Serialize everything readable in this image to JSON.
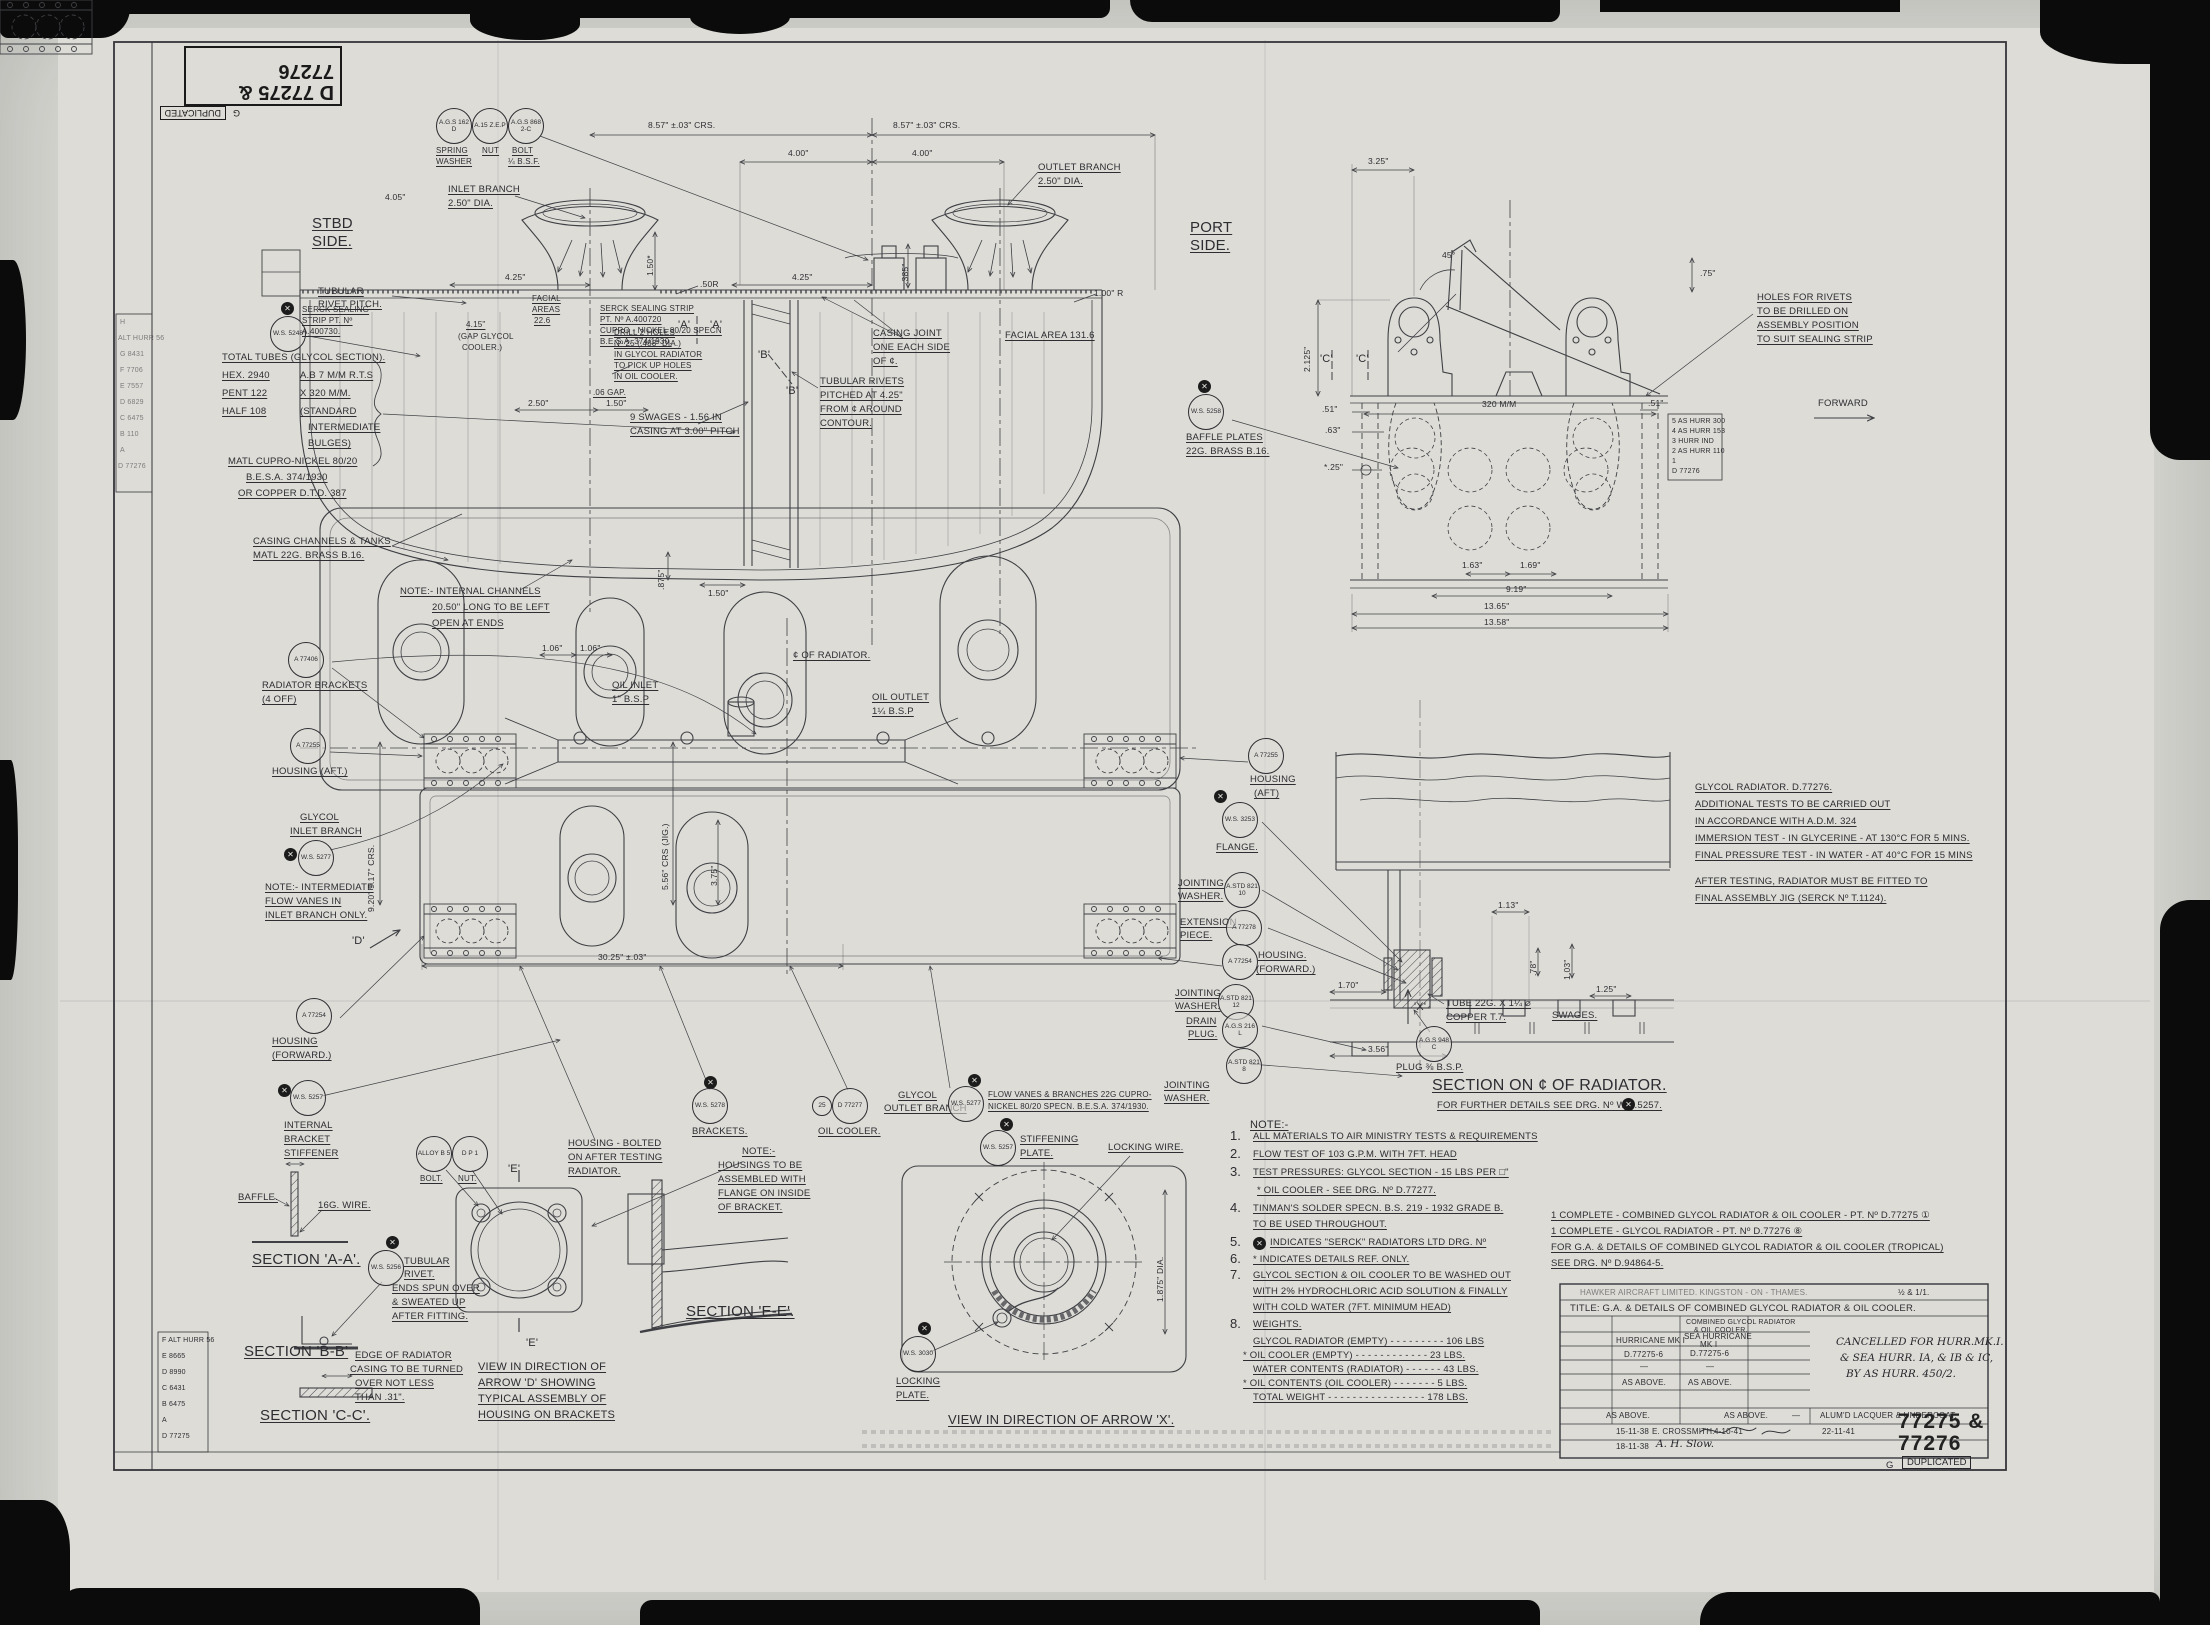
{
  "icons": {
    "serck": "✕"
  },
  "stamp": {
    "line1": "D 77275 &",
    "line2": "77276",
    "g": "G",
    "dup": "DUPLICATED"
  },
  "corner": {
    "line1": "77275 &",
    "line2": "77276",
    "g": "G",
    "dup": "DUPLICATED"
  },
  "margins": {
    "left_top": [
      "H",
      "ALT HURR 56",
      "G 8431",
      "F 7706",
      "E 7557",
      "D 6829",
      "C 6475",
      "B 110",
      "A",
      "D 77276"
    ],
    "left_bottom": [
      "F ALT HURR 56",
      "E 8665",
      "D 8990",
      "C 6431",
      "B 6475",
      "A",
      "D 77275"
    ],
    "right": [
      "5 AS HURR 300",
      "4 AS HURR 153",
      "3 HURR IND",
      "2 AS HURR 110",
      "1",
      "D 77276"
    ]
  },
  "stbd": {
    "side1": "STBD",
    "side2": "SIDE.",
    "tub1": "TUBULAR",
    "tub2": "RIVET PITCH.",
    "ws5248": "W.S. 5248",
    "tubes": [
      "TOTAL TUBES (GLYCOL SECTION).",
      "HEX. 2940",
      "PENT 122",
      "HALF 108",
      "A.B 7 M/M R.T.S",
      "X 320 M/M.",
      "(STANDARD",
      "INTERMEDIATE",
      "BULGES)",
      "MATL CUPRO-NICKEL 80/20",
      "B.E.S.A. 374/1930",
      "OR COPPER D.T.D. 387"
    ],
    "casing1": "CASING CHANNELS & TANKS",
    "casing2": "MATL 22G. BRASS B.16.",
    "internal1": "NOTE:- INTERNAL CHANNELS",
    "internal2": "20.50\" LONG TO BE LEFT",
    "internal3": "OPEN AT ENDS",
    "fixb": [
      "A.G.S 162 D",
      "A.15 Z.E.P",
      "A.G.S 868 2-C"
    ],
    "fixl": [
      "SPRING",
      "WASHER",
      "NUT",
      "BOLT",
      "¼ B.S.F."
    ],
    "inlet1": "INLET BRANCH",
    "inlet2": "2.50\" DIA.",
    "outlet1": "OUTLET BRANCH",
    "outlet2": "2.50\" DIA.",
    "stripL": [
      "SERCK SEALING",
      "STRIP PT. Nº",
      "A.400730."
    ],
    "stripM": [
      "SERCK SEALING STRIP",
      "PT. Nº A.400720",
      "CUPRO - NICKEL 80/20 SPECN",
      "B.E.S.A. 374/1930."
    ],
    "joint": [
      "CASING JOINT",
      "ONE EACH SIDE",
      "OF ¢."
    ],
    "facialM": [
      "FACIAL",
      "AREAS",
      "22.6"
    ],
    "gap": [
      "4.15\"",
      "(GAP GLYCOL",
      "COOLER.)"
    ],
    "facialR": "FACIAL AREA 131.6",
    "drill": [
      "DRILL 2 HOLES",
      "Nº 25 (.488\" DIA.)",
      "IN GLYCOL RADIATOR",
      "TO PICK UP HOLES",
      "IN OIL COOLER."
    ],
    "gap2": ".06 GAP.",
    "swg1": "9 SWAGES - 1.56 IN",
    "swg2": "CASING AT 3.00\" PITCH",
    "riv": [
      "TUBULAR RIVETS",
      "PITCHED AT 4.25\"",
      "FROM ¢ AROUND",
      "CONTOUR."
    ],
    "m": {
      "a1": "'A'",
      "a2": "'A'",
      "b1": "'B'",
      "b2": "'B'"
    },
    "dim": {
      "crsl": "8.57\" ±.03\" CRS.",
      "crsr": "8.57\" ±.03\" CRS.",
      "f400a": "4.00\"",
      "f400b": "4.00\"",
      "f425a": "4.25\"",
      "f425b": "4.25\"",
      "r50": ".50R",
      "v150": "1.50*",
      "v385": ".385\"",
      "r100": "1.00\" R",
      "f405": "4.05\"",
      "f250": "2.50\"",
      "f150": "1.50\"",
      "v875": ".875\"",
      "f150b": "1.50\""
    }
  },
  "port": {
    "side1": "PORT",
    "side2": "SIDE.",
    "c1": "'C'",
    "c2": "'C'",
    "holes": [
      "HOLES FOR RIVETS",
      "TO BE DRILLED ON",
      "ASSEMBLY POSITION",
      "TO SUIT SEALING STRIP"
    ],
    "forward": "FORWARD",
    "ws5258": "W.S. 5258",
    "baffle1": "BAFFLE PLATES",
    "baffle2": "22G. BRASS B.16.",
    "dim": {
      "f325": "3.25\"",
      "f2125": "2.125\"",
      "a45": "45°",
      "f51l": ".51\"",
      "f63": ".63\"",
      "f25": "*.25\"",
      "f320": "320 M/M",
      "f75": ".75\"",
      "f51r": ".51\"",
      "f163": "1.63\"",
      "f169": "1.69\"",
      "f919": "9.19\"",
      "f1365": "13.65\"",
      "f1358": "13.58\""
    }
  },
  "plan": {
    "b77406": "A 77406",
    "rb1": "RADIATOR BRACKETS",
    "rb2": "(4 OFF)",
    "b77255l": "A 77255",
    "haL": "HOUSING (AFT.)",
    "gi1": "GLYCOL",
    "gi2": "INLET BRANCH",
    "ws5277a": "W.S. 5277",
    "vanes": [
      "NOTE:- INTERMEDIATE",
      "FLOW VANES IN",
      "INLET BRANCH ONLY."
    ],
    "crs920": "9.20\"  9.17\" CRS.",
    "oi1": "OIL INLET",
    "oi2": "1\" B.S.P",
    "cl": "¢ OF RADIATOR.",
    "oo1": "OIL OUTLET",
    "oo2": "1¼ B.S.P",
    "crs556": "5.56\" CRS (JIG.)",
    "f375": "3.75\"",
    "f106a": "1.06\"",
    "f106b": "1.06\"",
    "b77255r": "A 77255",
    "haR1": "HOUSING",
    "haR2": "(AFT)",
    "b77254l": "A 77254",
    "hfL1": "HOUSING",
    "hfL2": "(FORWARD.)",
    "f3025": "30.25\" ±.03\"",
    "dmark": "'D'",
    "ws5278": "W.S. 5278",
    "bracketsb": "BRACKETS.",
    "c25": "25",
    "d77277": "D 77277",
    "oilc": "OIL COOLER.",
    "go1": "GLYCOL",
    "go2": "OUTLET BRANCH",
    "ws5277b": "W.S. 5277",
    "fv1": "FLOW VANES & BRANCHES 22G CUPRO-",
    "fv2": "NICKEL 80/20 SPECN. B.E.S.A. 374/1930.",
    "ws5257s": "W.S. 5257",
    "st1": "STIFFENING",
    "st2": "PLATE.",
    "hb": [
      "HOUSING - BOLTED",
      "ON AFTER TESTING",
      "RADIATOR."
    ],
    "hn": [
      "NOTE:-",
      "HOUSINGS TO BE",
      "ASSEMBLED WITH",
      "FLANGE ON INSIDE",
      "OF BRACKET."
    ]
  },
  "csec": {
    "ws3253": "W.S. 3253",
    "flange": "FLANGE.",
    "jw11": "JOINTING",
    "jw12": "WASHER.",
    "b82110": "A.STD 821 10",
    "ex1": "EXTENSION",
    "ex2": "PIECE.",
    "b77278": "A 77278",
    "b77254r": "A 77254",
    "hfR1": "HOUSING.",
    "hfR2": "(FORWARD.)",
    "jw21": "JOINTING",
    "jw22": "WASHER.",
    "b82112": "A.STD 821 12",
    "dr1": "DRAIN",
    "dr2": "PLUG.",
    "ags216": "A.G.S 216 L",
    "b8218": "A.STD 821 8",
    "jw31": "JOINTING",
    "jw32": "WASHER.",
    "f170": "1.70\"",
    "x": "'X'",
    "f356": "3.56\"",
    "tube1": "TUBE 22G. X 1¼ ⌀",
    "tube2": "COPPER T.7.",
    "swages": "SWAGES.",
    "ags948": "A.G.S 948 C",
    "plug": "PLUG ⅜ B.S.P.",
    "f113": "1.13\"",
    "f78": ".78\"",
    "f103": "1.03\"",
    "f125": "1.25\"",
    "title": "SECTION ON ¢ OF RADIATOR.",
    "sub": "FOR FURTHER DETAILS SEE DRG. Nº W.S.5257."
  },
  "tests": [
    "GLYCOL RADIATOR. D.77276.",
    "ADDITIONAL TESTS TO BE CARRIED OUT",
    "IN ACCORDANCE WITH A.D.M. 324",
    "IMMERSION TEST - IN GLYCERINE - AT 130°C FOR 5 MINS.",
    "FINAL PRESSURE TEST - IN WATER - AT 40°C FOR 15 MINS",
    "AFTER TESTING, RADIATOR MUST BE FITTED TO",
    "FINAL ASSEMBLY JIG (SERCK Nº T.1124)."
  ],
  "viewx": {
    "lw": "LOCKING WIRE.",
    "ws3030": "W.S. 3030",
    "lp1": "LOCKING",
    "lp2": "PLATE.",
    "dia": "1.875\" DIA.",
    "title": "VIEW IN DIRECTION OF ARROW 'X'."
  },
  "details": {
    "ws5257": "W.S. 5257",
    "ibs": [
      "INTERNAL",
      "BRACKET",
      "STIFFENER"
    ],
    "baffle": "BAFFLE.",
    "wire": "16G. WIRE.",
    "secAA": "SECTION 'A-A'.",
    "ws5256": "W.S. 5256",
    "rivet": [
      "TUBULAR",
      "RIVET.",
      "ENDS SPUN OVER",
      "& SWEATED UP",
      "AFTER FITTING."
    ],
    "secBB": "SECTION 'B-B'",
    "edge": [
      "EDGE OF RADIATOR",
      "CASING TO BE TURNED",
      "OVER NOT LESS",
      "THAN .31\"."
    ],
    "secCC": "SECTION 'C-C'.",
    "boltb": "ALLOY B 5",
    "nutb": "D P 1",
    "bolt": "BOLT.",
    "nut": "NUT.",
    "e1": "'E'",
    "e2": "'E'",
    "secEE": "SECTION 'E-E'.",
    "viewd": [
      "VIEW IN DIRECTION OF",
      "ARROW 'D' SHOWING",
      "TYPICAL ASSEMBLY OF",
      "HOUSING ON BRACKETS"
    ]
  },
  "notes": {
    "head": "NOTE:-",
    "items": [
      {
        "n": "1.",
        "t": "ALL MATERIALS TO AIR MINISTRY TESTS & REQUIREMENTS"
      },
      {
        "n": "2.",
        "t": "FLOW TEST OF 103 G.P.M. WITH 7FT. HEAD"
      },
      {
        "n": "3.",
        "t": "TEST PRESSURES: GLYCOL SECTION - 15 LBS PER □\""
      },
      {
        "n": "",
        "t": "* OIL COOLER - SEE DRG. Nº D.77277."
      },
      {
        "n": "4.",
        "t": "TINMAN'S SOLDER SPECN. B.S. 219 - 1932 GRADE B."
      },
      {
        "n": "",
        "t": "TO BE USED THROUGHOUT."
      },
      {
        "n": "5.",
        "t": "INDICATES \"SERCK\" RADIATORS LTD DRG. Nº"
      },
      {
        "n": "6.",
        "t": "* INDICATES DETAILS REF. ONLY."
      },
      {
        "n": "7.",
        "t": "GLYCOL SECTION & OIL COOLER TO BE WASHED OUT"
      },
      {
        "n": "",
        "t": "WITH 2% HYDROCHLORIC ACID SOLUTION & FINALLY"
      },
      {
        "n": "",
        "t": "WITH COLD WATER (7FT. MINIMUM HEAD)"
      },
      {
        "n": "8.",
        "t": "WEIGHTS."
      }
    ],
    "weights": [
      "GLYCOL RADIATOR (EMPTY) - - - - - - - - - 106 LBS",
      "* OIL COOLER (EMPTY) - - - - - - - - - - - - 23 LBS.",
      "WATER CONTENTS (RADIATOR) - - - - - - 43 LBS.",
      "* OIL CONTENTS (OIL COOLER) - - - - - - - 5 LBS.",
      "TOTAL WEIGHT - - - - - - - - - - - - - - - - 178 LBS."
    ]
  },
  "refs": [
    "1 COMPLETE - COMBINED GLYCOL RADIATOR & OIL COOLER - PT. Nº D.77275 ①",
    "1 COMPLETE - GLYCOL RADIATOR - PT. Nº D.77276 ⑧",
    "FOR G.A. & DETAILS OF COMBINED GLYCOL RADIATOR & OIL COOLER (TROPICAL)",
    "SEE DRG. Nº D.94864-5."
  ],
  "titleblock": {
    "company": "HAWKER AIRCRAFT LIMITED. KINGSTON - ON - THAMES.",
    "scale": "½ & 1/1.",
    "title": "TITLE: G.A. & DETAILS OF COMBINED GLYCOL RADIATOR & OIL COOLER.",
    "sub1": "COMBINED GLYCOL RADIATOR",
    "sub2": "& OIL COOLER.",
    "col1": "HURRICANE MK I",
    "col2a": "SEA HURRICANE",
    "col2b": "MK I",
    "pn1": "D.77275-6",
    "pn2": "D.77275-6",
    "dash1": "—",
    "dash2": "—",
    "dash3": "—",
    "above1": "AS ABOVE.",
    "above2": "AS ABOVE.",
    "above3": "AS ABOVE.",
    "above4": "AS ABOVE.",
    "finish": "ALUM'D LACQUER & UNDERCOAT.",
    "cancel": [
      "CANCELLED FOR HURR.MK.I.",
      "& SEA HURR. IA, & IB & IC,",
      "BY AS HURR. 450/2."
    ],
    "date1": "15-11-38",
    "name1": "E. CROSSMITH.",
    "date2": "4-10-41",
    "date3": "22-11-41",
    "date4": "18-11-38",
    "sig": "A. H. Slow."
  }
}
